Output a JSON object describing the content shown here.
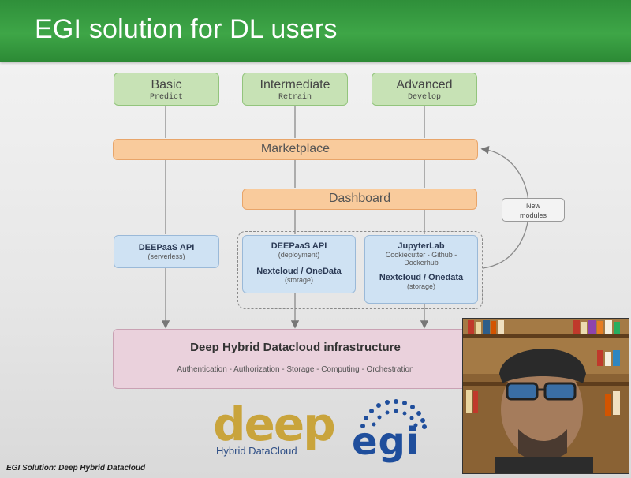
{
  "slide": {
    "title": "EGI solution for DL users",
    "footer": "EGI Solution: Deep Hybrid Datacloud"
  },
  "tiers": [
    {
      "label": "Basic",
      "mode": "Predict"
    },
    {
      "label": "Intermediate",
      "mode": "Retrain"
    },
    {
      "label": "Advanced",
      "mode": "Develop"
    }
  ],
  "marketplace": "Marketplace",
  "dashboard": "Dashboard",
  "new_modules": [
    "New",
    "modules"
  ],
  "services": {
    "basic": {
      "title": "DEEPaaS API",
      "sub": "(serverless)"
    },
    "intermediate": {
      "title": "DEEPaaS API",
      "sub": "(deployment)",
      "title2": "Nextcloud / OneData",
      "sub2": "(storage)"
    },
    "advanced": {
      "title": "JupyterLab",
      "sub_line1": "Cookiecutter - Github -",
      "sub_line2": "Dockerhub",
      "title2": "Nextcloud / Onedata",
      "sub2": "(storage)"
    }
  },
  "infrastructure": {
    "title": "Deep Hybrid Datacloud infrastructure",
    "subtitle": "Authentication - Authorization - Storage - Computing - Orchestration"
  },
  "logos": {
    "deep_word": "deep",
    "deep_tagline": "Hybrid DataCloud",
    "egi_word": "egi"
  },
  "colors": {
    "title_bar": "#3ea647",
    "tier_box": "#c7e2b5",
    "orange_box": "#f9cb9c",
    "service_box": "#cfe2f3",
    "infra_box": "#ead1dc",
    "deep_logo": "#caa33a",
    "egi_logo": "#1f4e9c"
  }
}
